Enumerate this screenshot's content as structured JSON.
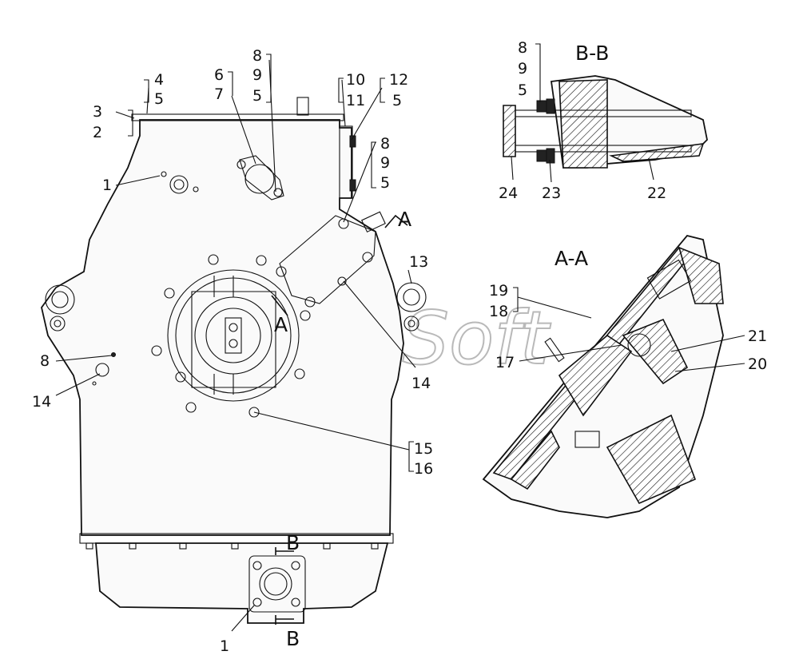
{
  "watermark": "AutoSoft",
  "section_titles": {
    "bb": "B-B",
    "aa": "A-A"
  },
  "cut_markers": {
    "a_top": "A",
    "a_mid": "A",
    "b_top": "B",
    "b_bottom": "B"
  },
  "callouts": {
    "c1_upper": "1",
    "c1_lower": "1",
    "c2": "2",
    "c3": "3",
    "c4": "4",
    "c5_a": "5",
    "c6": "6",
    "c7": "7",
    "c8_top": "8",
    "c9_top": "9",
    "c5_top": "5",
    "c10": "10",
    "c11": "11",
    "c12": "12",
    "c5_b": "5",
    "c8_right": "8",
    "c9_right": "9",
    "c5_right": "5",
    "c13": "13",
    "c8_left": "8",
    "c14_left": "14",
    "c14_mid": "14",
    "c15": "15",
    "c16": "16",
    "bb8": "8",
    "bb9": "9",
    "bb5": "5",
    "bb22": "22",
    "bb23": "23",
    "bb24": "24",
    "aa19": "19",
    "aa18": "18",
    "aa17": "17",
    "aa21": "21",
    "aa20": "20"
  }
}
